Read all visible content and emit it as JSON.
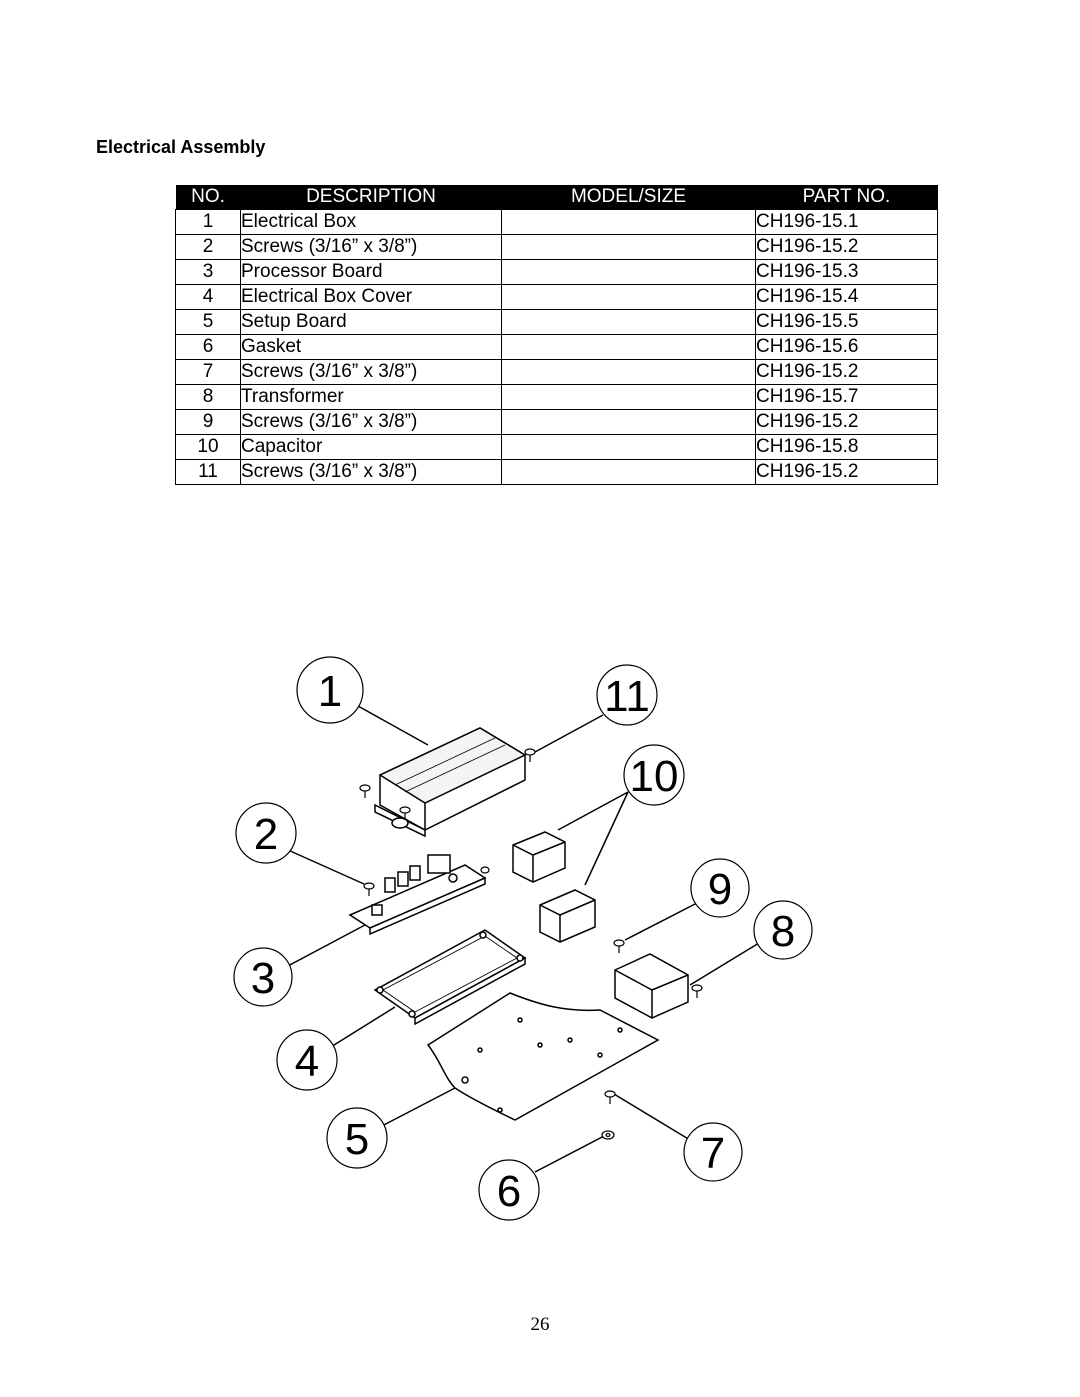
{
  "title": "Electrical Assembly",
  "table": {
    "headers": [
      "NO.",
      "DESCRIPTION",
      "MODEL/SIZE",
      "PART NO."
    ],
    "rows": [
      {
        "no": "1",
        "description": "Electrical Box",
        "model": "",
        "part": "CH196-15.1"
      },
      {
        "no": "2",
        "description": "Screws (3/16” x 3/8”)",
        "model": "",
        "part": "CH196-15.2"
      },
      {
        "no": "3",
        "description": "Processor Board",
        "model": "",
        "part": "CH196-15.3"
      },
      {
        "no": "4",
        "description": "Electrical Box Cover",
        "model": "",
        "part": "CH196-15.4"
      },
      {
        "no": "5",
        "description": "Setup Board",
        "model": "",
        "part": "CH196-15.5"
      },
      {
        "no": "6",
        "description": "Gasket",
        "model": "",
        "part": "CH196-15.6"
      },
      {
        "no": "7",
        "description": "Screws (3/16” x 3/8”)",
        "model": "",
        "part": "CH196-15.2"
      },
      {
        "no": "8",
        "description": "Transformer",
        "model": "",
        "part": "CH196-15.7"
      },
      {
        "no": "9",
        "description": "Screws (3/16” x 3/8”)",
        "model": "",
        "part": "CH196-15.2"
      },
      {
        "no": "10",
        "description": "Capacitor",
        "model": "",
        "part": "CH196-15.8"
      },
      {
        "no": "11",
        "description": "Screws (3/16” x 3/8”)",
        "model": "",
        "part": "CH196-15.2"
      }
    ]
  },
  "diagram": {
    "callouts": [
      "1",
      "2",
      "3",
      "4",
      "5",
      "6",
      "7",
      "8",
      "9",
      "10",
      "11"
    ]
  },
  "page_number": "26"
}
